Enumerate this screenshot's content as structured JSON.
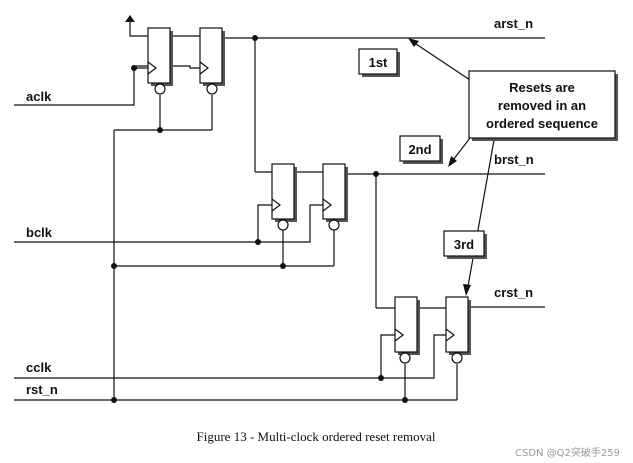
{
  "signals": {
    "aclk": "aclk",
    "bclk": "bclk",
    "cclk": "cclk",
    "rst_n": "rst_n",
    "arst_n": "arst_n",
    "brst_n": "brst_n",
    "crst_n": "crst_n"
  },
  "labels": {
    "first": "1st",
    "second": "2nd",
    "third": "3rd"
  },
  "note": {
    "line1": "Resets are",
    "line2": "removed in an",
    "line3": "ordered sequence"
  },
  "caption": "Figure 13 - Multi-clock ordered reset removal",
  "watermark": "CSDN @Q2突破手259"
}
